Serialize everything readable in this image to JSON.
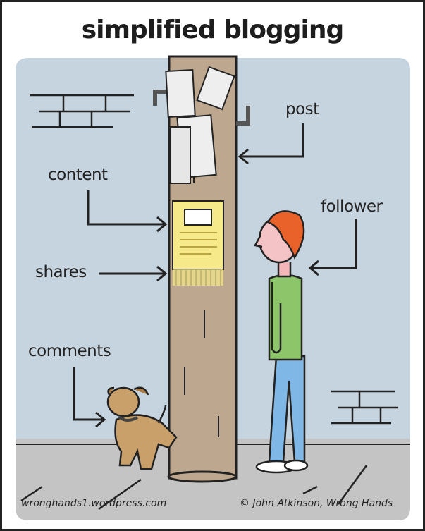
{
  "title": "simplified blogging",
  "labels": {
    "post": "post",
    "content": "content",
    "follower": "follower",
    "shares": "shares",
    "comments": "comments"
  },
  "footer": {
    "website": "wronghands1.wordpress.com",
    "credit": "© John Atkinson, Wrong Hands"
  },
  "colors": {
    "wall": "#c6d4df",
    "ground": "#c4c4c4",
    "pole": "#bda88f",
    "poster": "#f6e98a",
    "shirt": "#8cc56a",
    "pants": "#7fb8e6",
    "hair": "#e8622a",
    "dog": "#c9a06a"
  }
}
